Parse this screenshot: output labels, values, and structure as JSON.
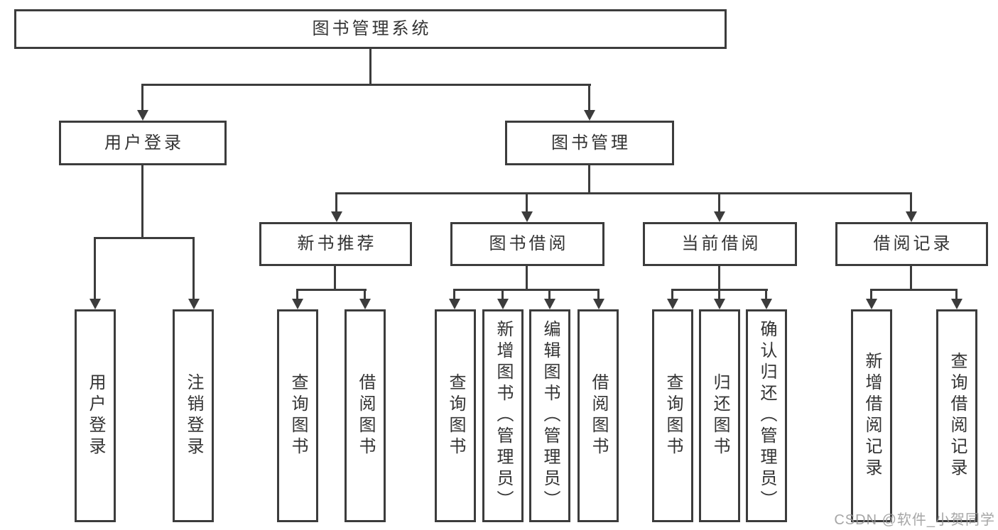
{
  "diagram": {
    "title": "图书管理系统",
    "root": {
      "label": "图书管理系统"
    },
    "level2": [
      {
        "id": "user-login",
        "label": "用户登录"
      },
      {
        "id": "book-management",
        "label": "图书管理"
      }
    ],
    "level3": [
      {
        "id": "new-book-recommend",
        "label": "新书推荐"
      },
      {
        "id": "book-borrow",
        "label": "图书借阅"
      },
      {
        "id": "current-borrow",
        "label": "当前借阅"
      },
      {
        "id": "borrow-records",
        "label": "借阅记录"
      }
    ],
    "level4": [
      {
        "id": "user-login-leaf",
        "label": "用户登录",
        "parent": "用户登录"
      },
      {
        "id": "logout",
        "label": "注销登录",
        "parent": "用户登录"
      },
      {
        "id": "query-books-recommend",
        "label": "查询图书",
        "parent": "新书推荐"
      },
      {
        "id": "borrow-books-recommend",
        "label": "借阅图书",
        "parent": "新书推荐"
      },
      {
        "id": "query-books-borrow",
        "label": "查询图书",
        "parent": "图书借阅"
      },
      {
        "id": "add-book-admin",
        "label": "新增图书（管理员）",
        "parent": "图书借阅"
      },
      {
        "id": "edit-book-admin",
        "label": "编辑图书（管理员）",
        "parent": "图书借阅"
      },
      {
        "id": "borrow-books",
        "label": "借阅图书",
        "parent": "图书借阅"
      },
      {
        "id": "query-books-current",
        "label": "查询图书",
        "parent": "当前借阅"
      },
      {
        "id": "return-book",
        "label": "归还图书",
        "parent": "当前借阅"
      },
      {
        "id": "confirm-return-admin",
        "label": "确认归还（管理员）",
        "parent": "当前借阅"
      },
      {
        "id": "add-borrow-record",
        "label": "新增借阅记录",
        "parent": "借阅记录"
      },
      {
        "id": "query-borrow-record",
        "label": "查询借阅记录",
        "parent": "借阅记录"
      }
    ]
  },
  "watermark": {
    "text": "CSDN @软件_小贺同学"
  },
  "colors": {
    "line": "#3c3c3c",
    "text": "#333333",
    "background": "#ffffff",
    "watermark": "#969696"
  }
}
